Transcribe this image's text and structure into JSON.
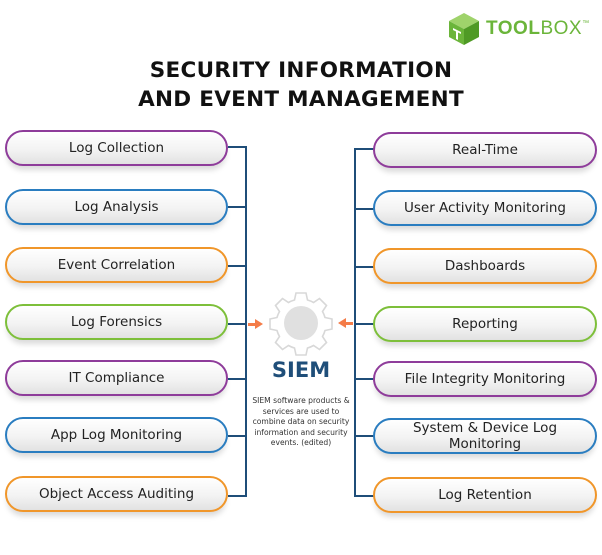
{
  "brand": {
    "name_bold": "TOOL",
    "name_light": "BOX",
    "trademark": "™",
    "color": "#6bb53a"
  },
  "title": {
    "line1": "SECURITY INFORMATION",
    "line2": "AND EVENT MANAGEMENT"
  },
  "center": {
    "icon": "gear-icon",
    "label": "SIEM",
    "description": "SIEM software products & services are used to combine data on security information and security events. (edited)",
    "label_color": "#1f4e79",
    "arrow_color": "#f47c48"
  },
  "left_items": [
    {
      "label": "Log Collection",
      "color": "purple"
    },
    {
      "label": "Log Analysis",
      "color": "blue"
    },
    {
      "label": "Event Correlation",
      "color": "orange"
    },
    {
      "label": "Log Forensics",
      "color": "green"
    },
    {
      "label": "IT Compliance",
      "color": "purple"
    },
    {
      "label": "App Log Monitoring",
      "color": "blue"
    },
    {
      "label": "Object Access Auditing",
      "color": "orange"
    }
  ],
  "right_items": [
    {
      "label": "Real-Time",
      "color": "purple"
    },
    {
      "label": "User Activity Monitoring",
      "color": "blue"
    },
    {
      "label": "Dashboards",
      "color": "orange"
    },
    {
      "label": "Reporting",
      "color": "green"
    },
    {
      "label": "File Integrity Monitoring",
      "color": "purple"
    },
    {
      "label": "System & Device Log Monitoring",
      "color": "blue"
    },
    {
      "label": "Log Retention",
      "color": "orange"
    }
  ],
  "palette": {
    "purple": "#8e3c9a",
    "blue": "#2a7dc0",
    "orange": "#f0962a",
    "green": "#7dbf3a",
    "connector": "#1f4e79"
  }
}
